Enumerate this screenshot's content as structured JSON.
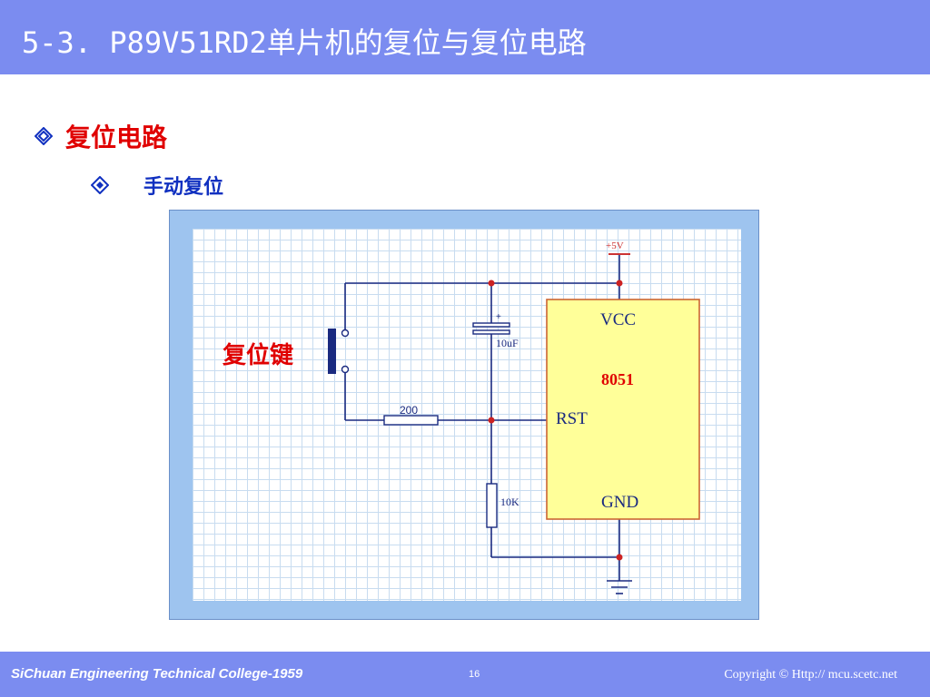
{
  "slide": {
    "title": "5-3. P89V51RD2单片机的复位与复位电路",
    "bullet1": "复位电路",
    "bullet2": "手动复位"
  },
  "circuit": {
    "supply_label": "+5V",
    "capacitor_label": "10uF",
    "capacitor_polarity": "+",
    "resistor1_label": "200",
    "resistor2_label": "10K",
    "switch_label": "复位键",
    "chip_vcc": "VCC",
    "chip_name": "8051",
    "chip_rst": "RST",
    "chip_gnd": "GND"
  },
  "footer": {
    "college": "SiChuan Engineering Technical College-1959",
    "page": "16",
    "copyright": "Copyright © Http:// mcu.scetc.net"
  },
  "colors": {
    "header_bg": "#7b8cf0",
    "wire": "#1a2a80",
    "chip_fill": "#ffff99",
    "chip_border": "#cc6633",
    "accent_red": "#e00000"
  }
}
